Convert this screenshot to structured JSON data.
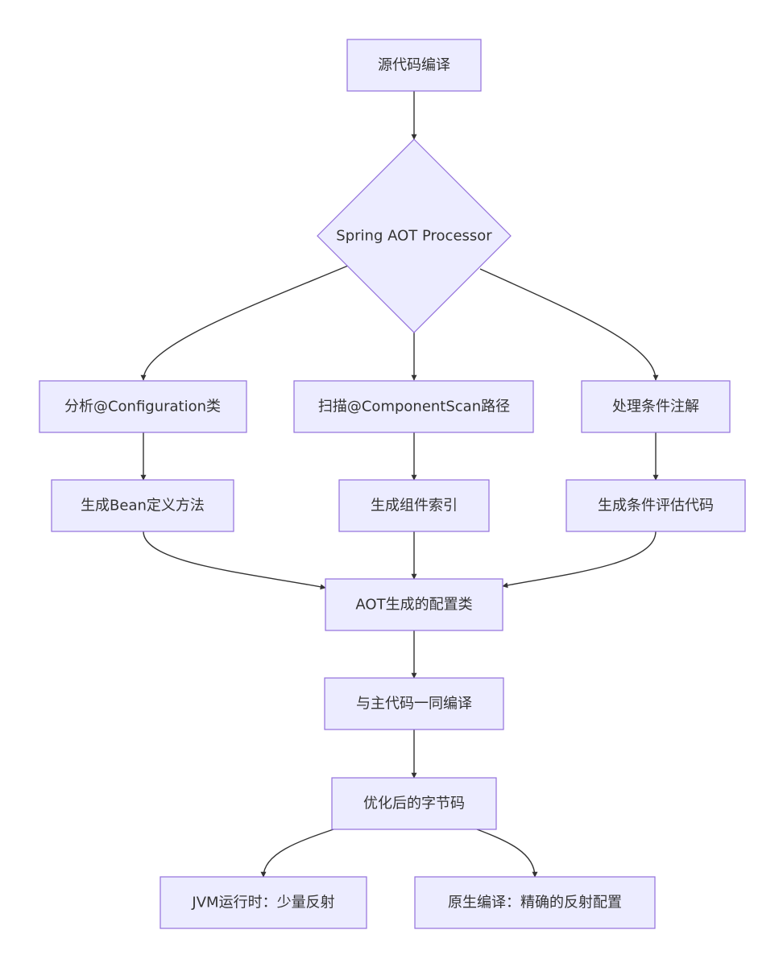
{
  "nodes": {
    "source_compile": "源代码编译",
    "aot_processor": "Spring AOT Processor",
    "analyze_config": "分析@Configuration类",
    "scan_component": "扫描@ComponentScan路径",
    "handle_conditions": "处理条件注解",
    "gen_bean_methods": "生成Bean定义方法",
    "gen_component_index": "生成组件索引",
    "gen_condition_code": "生成条件评估代码",
    "aot_config_class": "AOT生成的配置类",
    "compile_with_main": "与主代码一同编译",
    "optimized_bytecode": "优化后的字节码",
    "jvm_runtime": "JVM运行时：少量反射",
    "native_compile": "原生编译：精确的反射配置"
  },
  "colors": {
    "node_fill": "#ececff",
    "node_stroke": "#9370db",
    "edge": "#333333",
    "text": "#333333"
  }
}
